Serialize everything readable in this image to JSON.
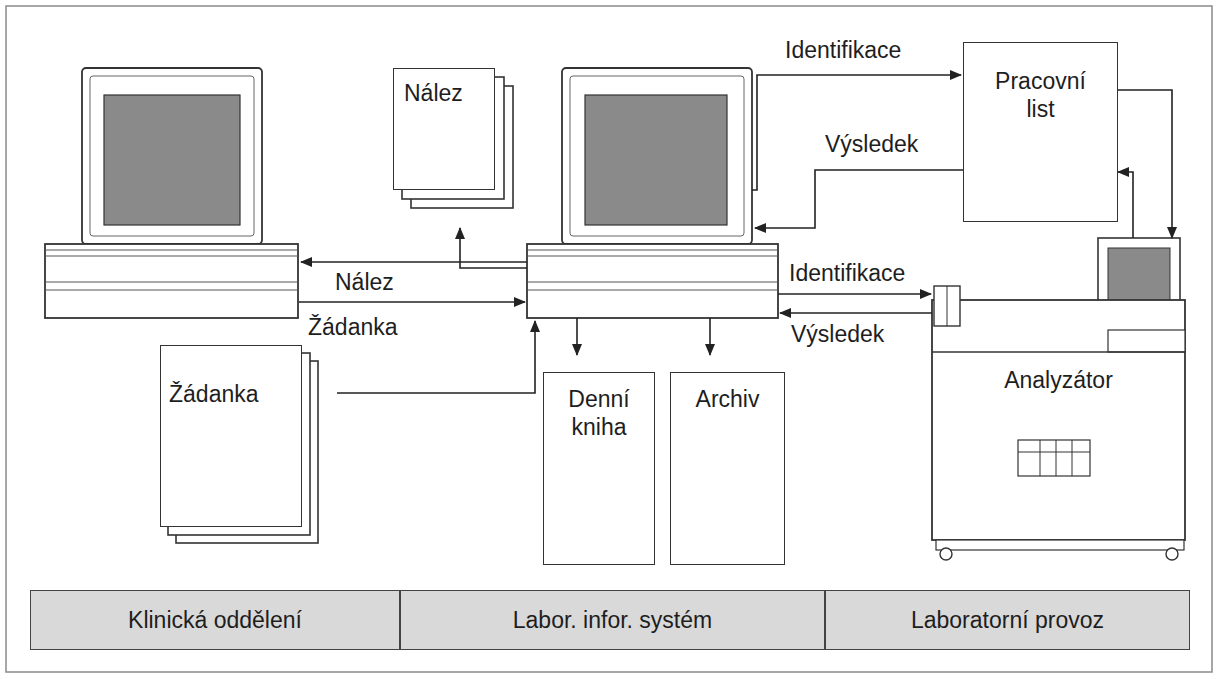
{
  "diagram": {
    "nodes": [
      {
        "text": [
          "Nález"
        ]
      },
      {
        "text": [
          "Pracovní list"
        ]
      },
      {
        "text": [
          "Žádanka"
        ]
      },
      {
        "text": [
          "Denní kniha"
        ]
      },
      {
        "text": [
          "Archiv"
        ]
      },
      {
        "text": [
          "Analyzátor"
        ]
      },
      {
        "text": [
          "Klinická oddělení"
        ]
      },
      {
        "text": [
          "Labor. infor. systém"
        ]
      },
      {
        "text": [
          "Laboratorní provoz"
        ]
      }
    ],
    "edges": [
      {
        "from": 1,
        "to": 5,
        "arrow": "to"
      },
      {
        "from": 5,
        "to": 1,
        "arrow": "to"
      }
    ],
    "labels": [
      "Identifikace",
      "Výsledek",
      "Nález",
      "Identifikace",
      "Žádanka",
      "Výsledek"
    ]
  }
}
